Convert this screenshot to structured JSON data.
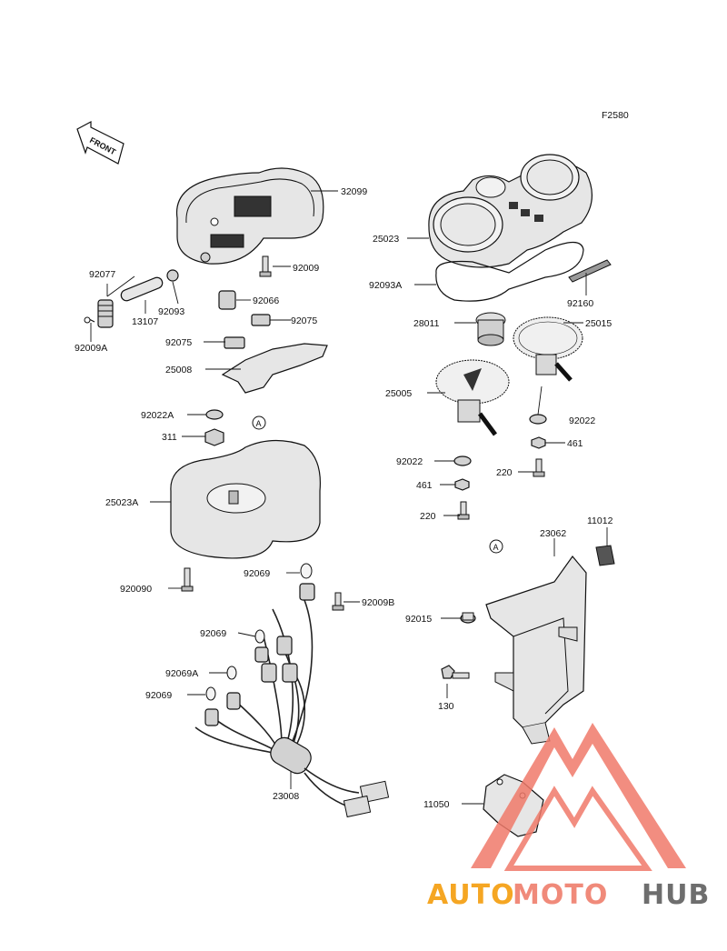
{
  "figure_code": "F2580",
  "front_label": "FRONT",
  "marker_label": "A",
  "watermark": {
    "text_auto": "AUTO",
    "text_moto": "MOTO",
    "text_hub": "HUB",
    "color_auto": "#f5a623",
    "color_moto": "#f08a7a",
    "color_hub": "#6e6e6e",
    "logo_color": "#f07a6a"
  },
  "labels": {
    "p32099": "32099",
    "p92009": "92009",
    "p92077": "92077",
    "p92093": "92093",
    "p92066": "92066",
    "p13107": "13107",
    "p92009A": "92009A",
    "p92075a": "92075",
    "p92075b": "92075",
    "p25008": "25008",
    "p92022A": "92022A",
    "p311": "311",
    "p25023A": "25023A",
    "p920090": "920090",
    "p92069a": "92069",
    "p92009B": "92009B",
    "p92069b": "92069",
    "p92069A": "92069A",
    "p92069c": "92069",
    "p23008": "23008",
    "p25023": "25023",
    "p92093A": "92093A",
    "p92160": "92160",
    "p28011": "28011",
    "p25015": "25015",
    "p25005": "25005",
    "p92022a": "92022",
    "p461a": "461",
    "p92022b": "92022",
    "p220a": "220",
    "p461b": "461",
    "p220b": "220",
    "p23062": "23062",
    "p11012": "11012",
    "p92015": "92015",
    "p130": "130",
    "p11050": "11050"
  }
}
